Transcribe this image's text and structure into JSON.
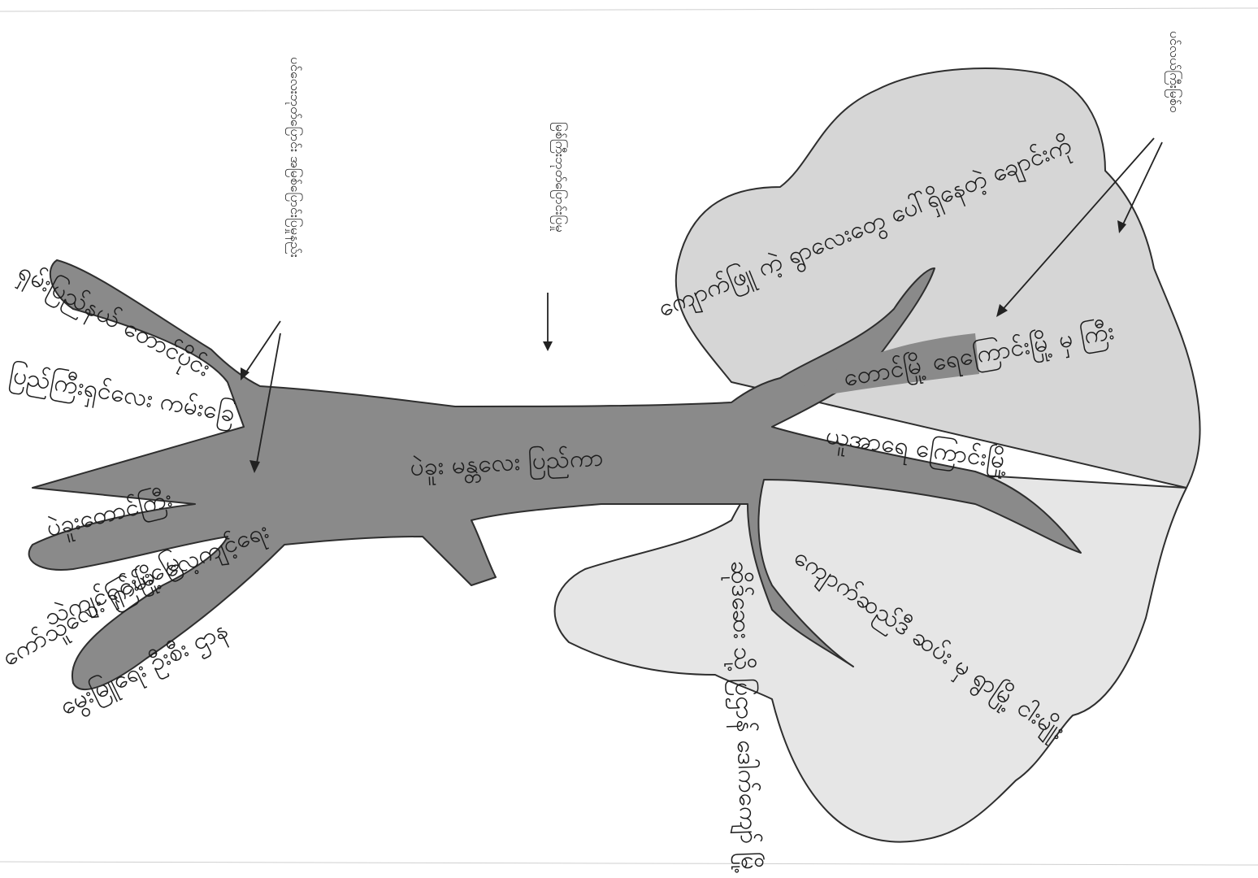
{
  "labels": {
    "legend_left": "ပင်လေးဘုတ်ပြောင်း အမြစ်ပြောင်းပြမှုနည်း",
    "legend_middle": "မြစ်ကြီးဘုတ်ပြောင်းပြမှု",
    "legend_right": "ပင်လယ်ကြီးမြစ်ဝ",
    "trunk_main": "ပဲခူး မန္တလေး ပြည်ကာ",
    "upper_delta": "ကျောက်ဖြူ ကဲ့ ရွာလေးတွေ ပေါ်ရှိနေတဲ့ ချောင်းကို",
    "upper_branch": "တောင်မြို့ ရေကြောင်းမြို့ မှ ကြီး",
    "center_branch": "ယူအာရေ ကြောင်းမြို့",
    "lower_branch": "ကျောက်ဆည်ဒီ ဆပ်း မှ ရွာမြို့ ငါးမျိုး",
    "lower_left_vertical": "ဆိုဒ်ဆေး သို့ ပြဌာန် ဒေါက်ကျော် မြို့",
    "left_top": "ရှမ်းပြည်နယ် တောင်ပိုင်း",
    "left_second": "ပြည်ကြီးရှင်လေး ကမ်းခြေ",
    "left_center": "ပဲခူးတောင်ကြီး",
    "left_lower": "ကော်သူလေး ကြမ်းမြေ",
    "left_bottom": "သဲကျင်ရှင်းမြို့ လေ့ကျင့်ရေး",
    "left_bottom2": "မွေးမြူရေး ဦးစီး ဌာန"
  }
}
